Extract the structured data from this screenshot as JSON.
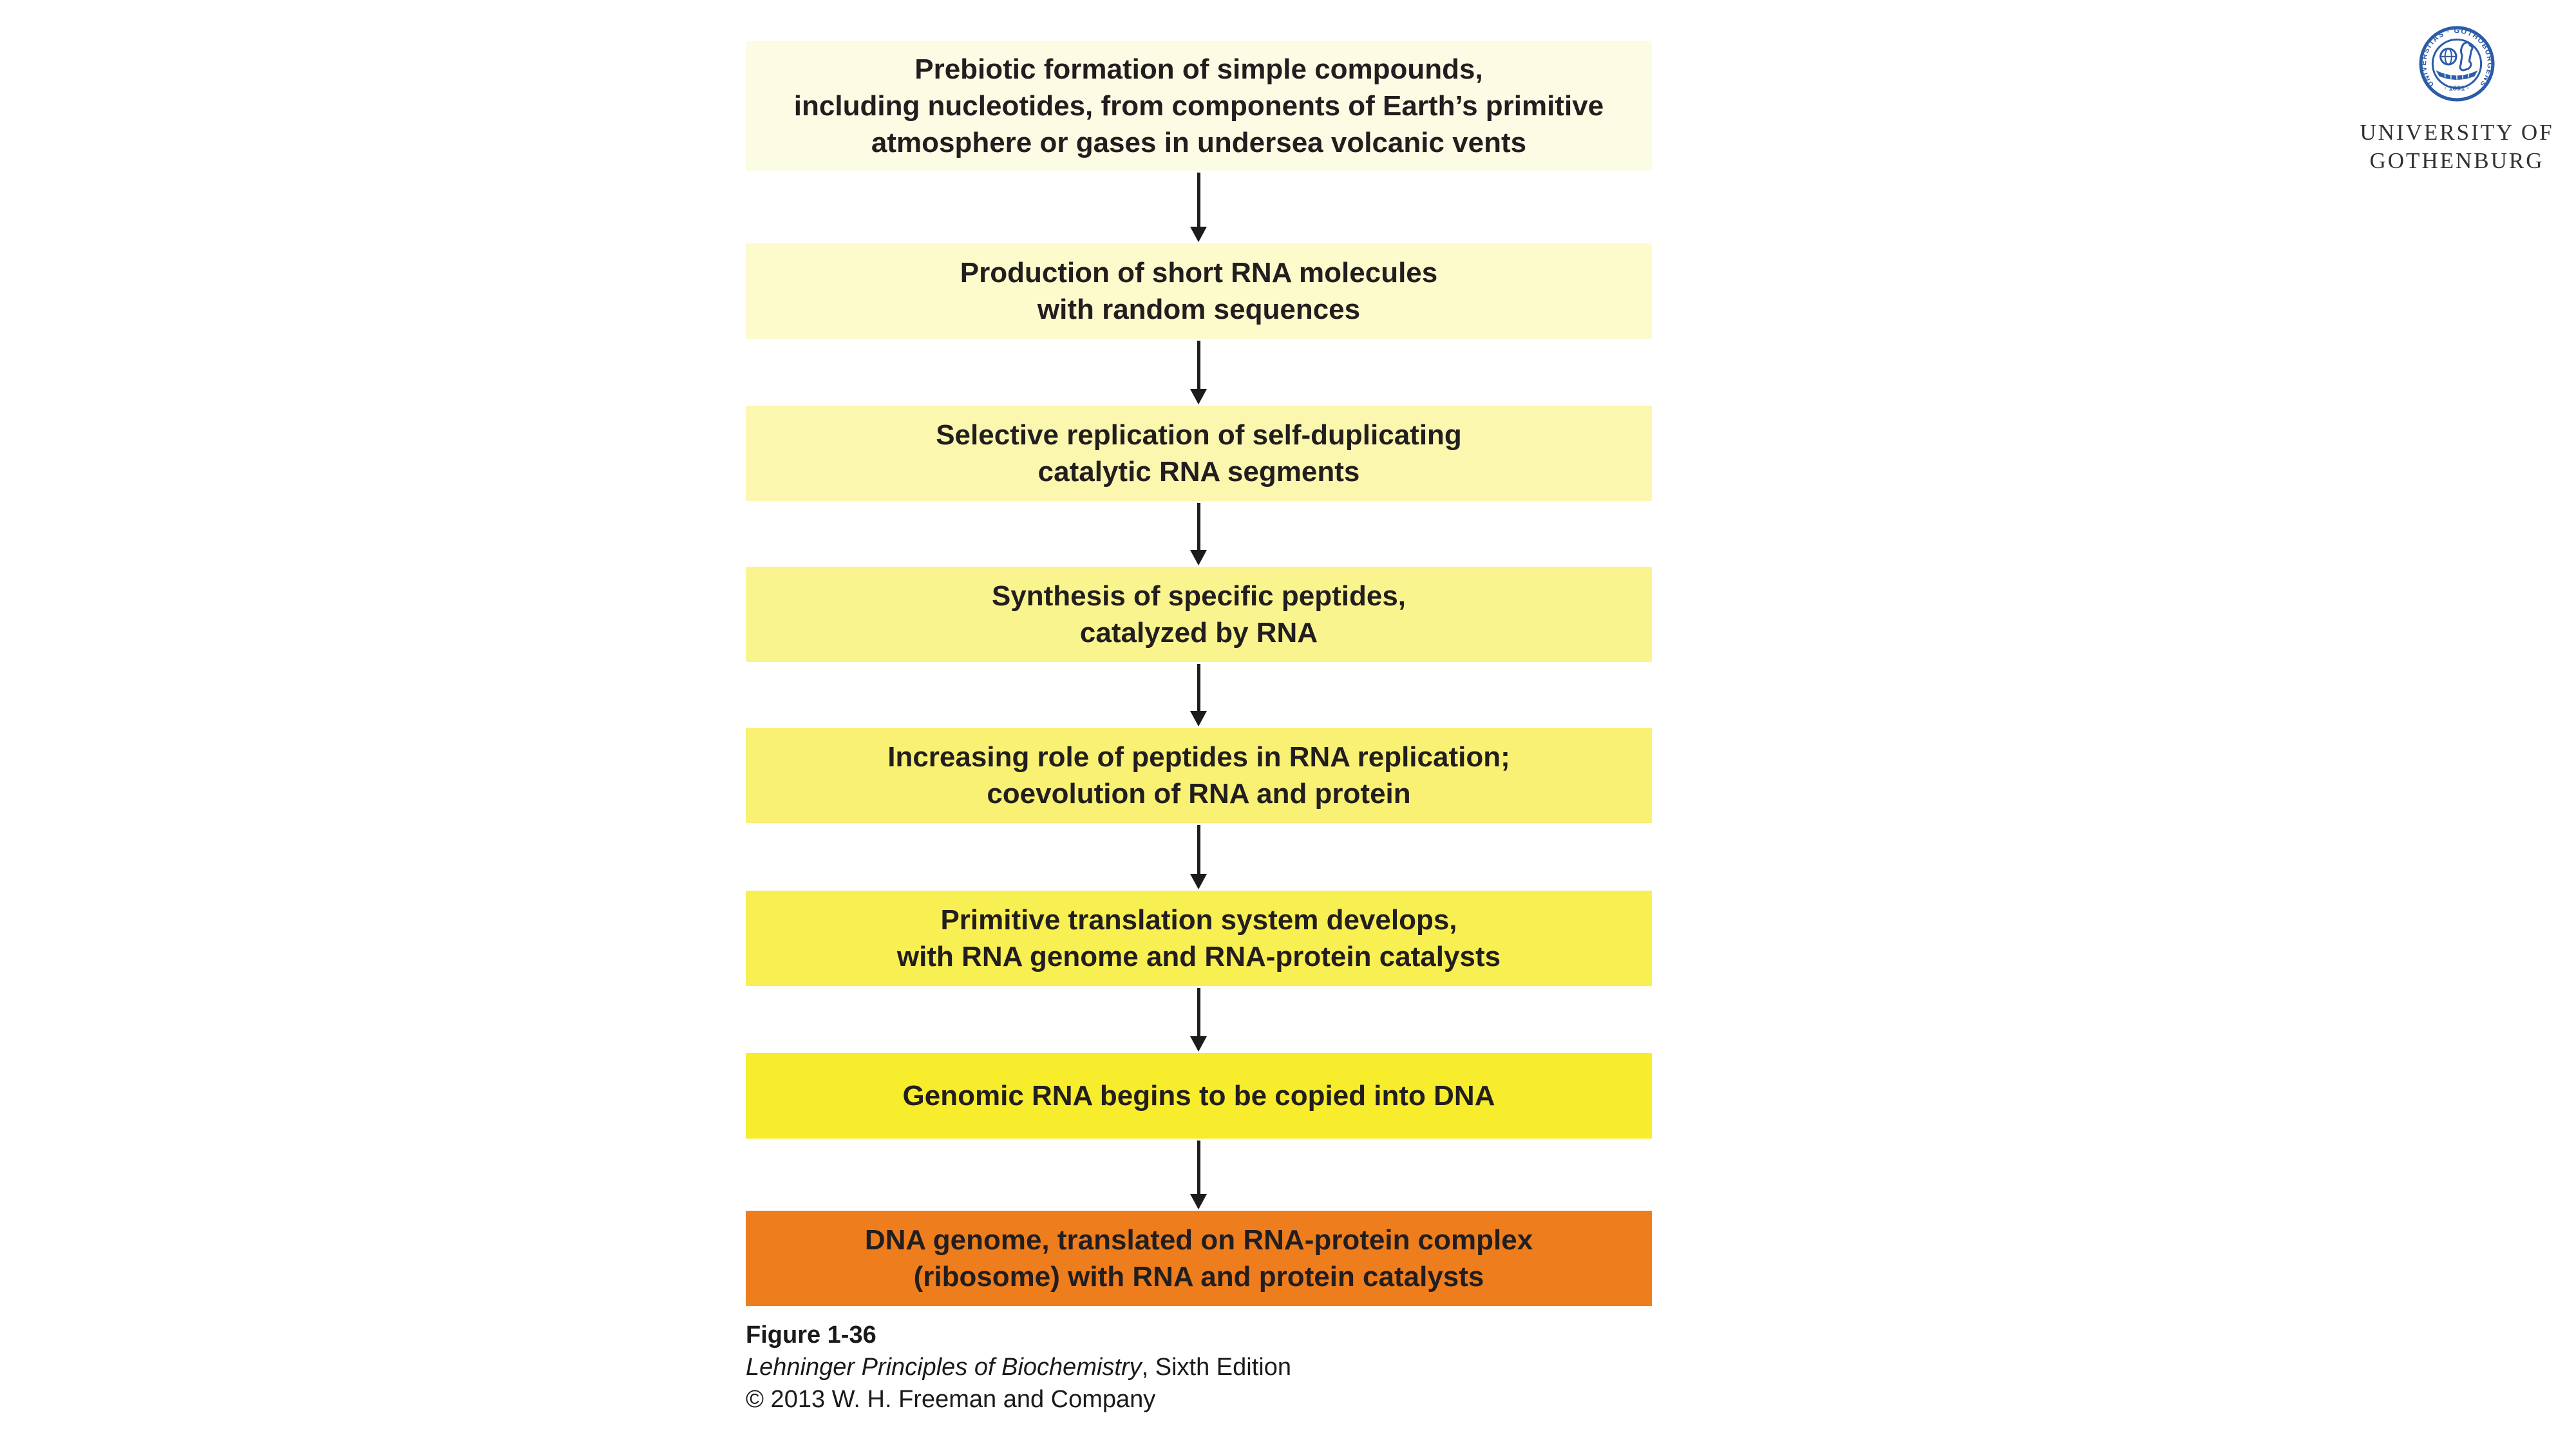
{
  "theme": {
    "page-bg": "#ffffff",
    "ink": "#221e1f",
    "caption-ink": "#1a1a1a",
    "seal-blue": "#2b5ca8"
  },
  "flowchart": {
    "arrow_color": "#1c1c1c",
    "steps": [
      {
        "bg": "#fcfbe4",
        "lines": [
          "Prebiotic formation of simple compounds,",
          "including nucleotides, from components of Earth’s primitive",
          "atmosphere or gases in undersea volcanic vents"
        ]
      },
      {
        "bg": "#fdfacc",
        "lines": [
          "Production of short RNA molecules",
          "with random sequences"
        ]
      },
      {
        "bg": "#fcf7ae",
        "lines": [
          "Selective replication of self-duplicating",
          "catalytic RNA segments"
        ]
      },
      {
        "bg": "#faf48f",
        "lines": [
          "Synthesis of specific peptides,",
          "catalyzed by RNA"
        ]
      },
      {
        "bg": "#f9f173",
        "lines": [
          "Increasing role of peptides in RNA replication;",
          "coevolution of RNA and protein"
        ]
      },
      {
        "bg": "#f8ef52",
        "lines": [
          "Primitive translation system develops,",
          "with RNA genome and RNA-protein catalysts"
        ]
      },
      {
        "bg": "#f7ed2c",
        "lines": [
          "Genomic RNA begins to be copied into DNA"
        ]
      },
      {
        "bg": "#ee7d1d",
        "lines": [
          "DNA genome, translated on RNA-protein complex",
          "(ribosome) with RNA and protein catalysts"
        ]
      }
    ]
  },
  "caption": {
    "figure_label": "Figure 1-36",
    "book_title": "Lehninger Principles of Biochemistry",
    "edition": ", Sixth Edition",
    "copyright": "© 2013 W. H. Freeman and Company"
  },
  "logo": {
    "ring_text": "UNIVERSITAS · GOTHOBURGENSIS",
    "year": "· 1891 ·",
    "name_line1": "UNIVERSITY OF",
    "name_line2": "GOTHENBURG"
  }
}
